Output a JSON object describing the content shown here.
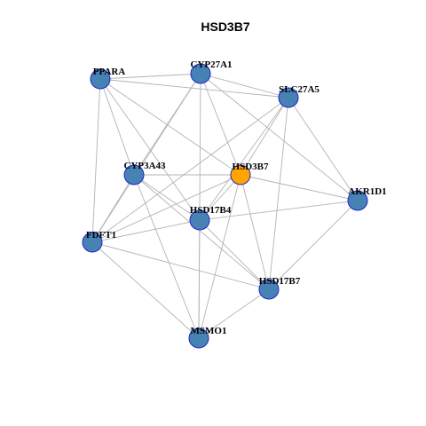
{
  "title": "HSD3B7",
  "colors": {
    "node_default": "#4682b4",
    "node_highlight": "#ffa500",
    "node_border": "#2424c8",
    "edge": "#b3b3b3"
  },
  "nodes": [
    {
      "id": "PPARA",
      "label": "PPARA",
      "highlight": false
    },
    {
      "id": "CYP27A1",
      "label": "CYP27A1",
      "highlight": false
    },
    {
      "id": "SLC27A5",
      "label": "SLC27A5",
      "highlight": false
    },
    {
      "id": "CYP3A43",
      "label": "CYP3A43",
      "highlight": false
    },
    {
      "id": "HSD3B7",
      "label": "HSD3B7",
      "highlight": true
    },
    {
      "id": "AKR1D1",
      "label": "AKR1D1",
      "highlight": false
    },
    {
      "id": "HSD17B4",
      "label": "HSD17B4",
      "highlight": false
    },
    {
      "id": "FDFT1",
      "label": "FDFT1",
      "highlight": false
    },
    {
      "id": "HSD17B7",
      "label": "HSD17B7",
      "highlight": false
    },
    {
      "id": "MSMO1",
      "label": "MSMO1",
      "highlight": false
    }
  ],
  "edges": [
    [
      "PPARA",
      "CYP27A1"
    ],
    [
      "PPARA",
      "SLC27A5"
    ],
    [
      "PPARA",
      "CYP3A43"
    ],
    [
      "PPARA",
      "HSD3B7"
    ],
    [
      "PPARA",
      "HSD17B4"
    ],
    [
      "PPARA",
      "FDFT1"
    ],
    [
      "CYP27A1",
      "SLC27A5"
    ],
    [
      "CYP27A1",
      "CYP3A43"
    ],
    [
      "CYP27A1",
      "HSD3B7"
    ],
    [
      "CYP27A1",
      "AKR1D1"
    ],
    [
      "CYP27A1",
      "FDFT1"
    ],
    [
      "CYP27A1",
      "MSMO1"
    ],
    [
      "SLC27A5",
      "HSD3B7"
    ],
    [
      "SLC27A5",
      "AKR1D1"
    ],
    [
      "SLC27A5",
      "FDFT1"
    ],
    [
      "SLC27A5",
      "HSD17B4"
    ],
    [
      "SLC27A5",
      "HSD17B7"
    ],
    [
      "CYP3A43",
      "HSD3B7"
    ],
    [
      "CYP3A43",
      "HSD17B4"
    ],
    [
      "CYP3A43",
      "FDFT1"
    ],
    [
      "CYP3A43",
      "HSD17B7"
    ],
    [
      "CYP3A43",
      "MSMO1"
    ],
    [
      "HSD3B7",
      "AKR1D1"
    ],
    [
      "HSD3B7",
      "HSD17B4"
    ],
    [
      "HSD3B7",
      "HSD17B7"
    ],
    [
      "HSD3B7",
      "MSMO1"
    ],
    [
      "HSD3B7",
      "FDFT1"
    ],
    [
      "AKR1D1",
      "HSD17B4"
    ],
    [
      "AKR1D1",
      "HSD17B7"
    ],
    [
      "HSD17B4",
      "FDFT1"
    ],
    [
      "HSD17B4",
      "HSD17B7"
    ],
    [
      "HSD17B4",
      "MSMO1"
    ],
    [
      "FDFT1",
      "HSD17B7"
    ],
    [
      "FDFT1",
      "MSMO1"
    ],
    [
      "HSD17B7",
      "MSMO1"
    ]
  ]
}
